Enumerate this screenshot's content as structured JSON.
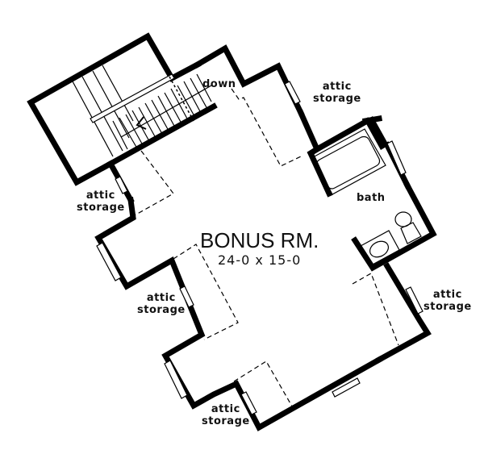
{
  "plan": {
    "room": {
      "name": "BONUS RM.",
      "dimensions": "24-0 x 15-0"
    },
    "labels": {
      "down": "down",
      "bath": "bath",
      "attic_top_line1": "attic",
      "attic_top_line2": "storage",
      "attic_left_upper_line1": "attic",
      "attic_left_upper_line2": "storage",
      "attic_left_mid_line1": "attic",
      "attic_left_mid_line2": "storage",
      "attic_bottom_line1": "attic",
      "attic_bottom_line2": "storage",
      "attic_right_line1": "attic",
      "attic_right_line2": "storage"
    },
    "colors": {
      "wall": "#000000",
      "background": "#ffffff",
      "text": "#111111"
    }
  }
}
